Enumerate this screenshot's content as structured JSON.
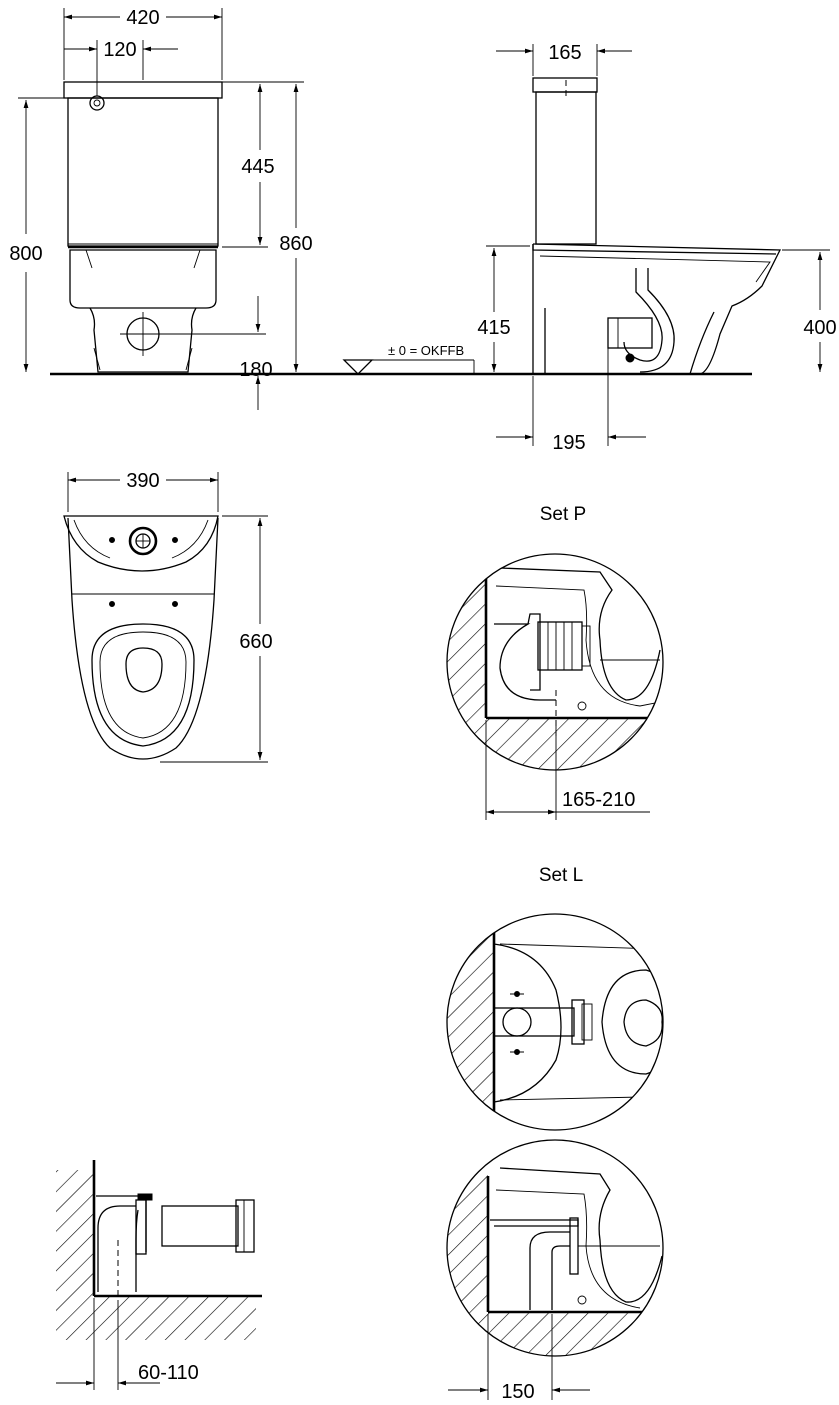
{
  "views": {
    "front": {
      "dims": {
        "width_total": "420",
        "flush_offset": "120",
        "tank_height": "445",
        "overall_height": "860",
        "seat_height": "800",
        "outlet_height": "180"
      }
    },
    "side": {
      "dims": {
        "tank_depth": "165",
        "rim_height": "415",
        "bowl_height": "400",
        "outlet_setback": "195"
      },
      "floor_reference": "± 0 = OKFFB"
    },
    "top": {
      "dims": {
        "width": "390",
        "depth": "660"
      }
    }
  },
  "details": {
    "set_p": {
      "title": "Set P",
      "dim": "165-210"
    },
    "set_l": {
      "title": "Set L"
    },
    "set_l_bottom": {
      "dim": "150"
    },
    "bend_detail": {
      "dim": "60-110"
    }
  }
}
